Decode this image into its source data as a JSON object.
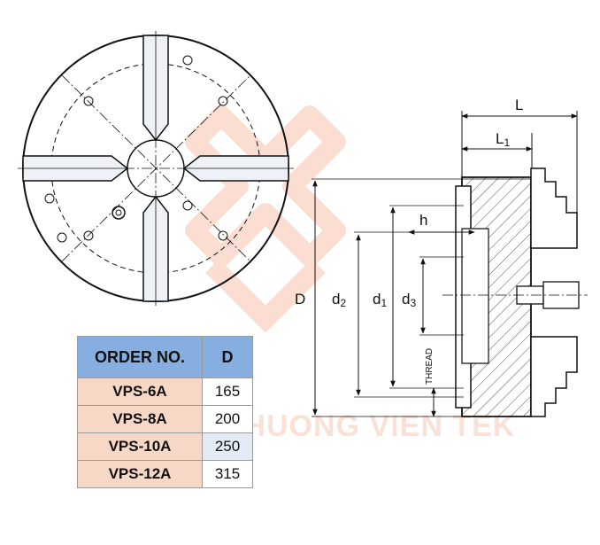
{
  "watermark": {
    "text": "CHUONG VIEN TEK"
  },
  "labels": {
    "L": "L",
    "L1": "L",
    "L1_sub": "1",
    "h": "h",
    "D": "D",
    "d2": "d",
    "d2_sub": "2",
    "d1": "d",
    "d1_sub": "1",
    "d3": "d",
    "d3_sub": "3",
    "thread": "THREAD"
  },
  "table": {
    "headers": [
      "ORDER NO.",
      "D"
    ],
    "rows": [
      {
        "order": "VPS-6A",
        "d": "165"
      },
      {
        "order": "VPS-8A",
        "d": "200"
      },
      {
        "order": "VPS-10A",
        "d": "250"
      },
      {
        "order": "VPS-12A",
        "d": "315"
      }
    ]
  },
  "colors": {
    "header_bg": "#86aee0",
    "order_cell_bg": "#f7d8c6",
    "highlight_cell_bg": "#e3ebf6",
    "watermark": "#f6c9b6"
  }
}
